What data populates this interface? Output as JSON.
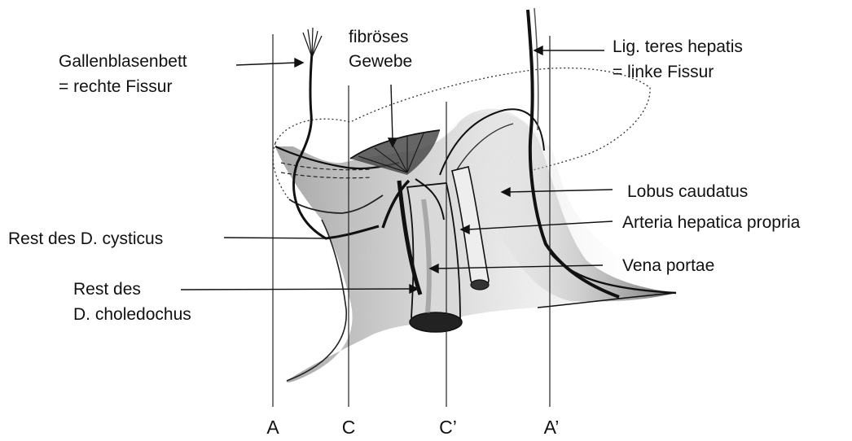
{
  "labels": {
    "gallbladder_bed_line1": "Gallenblasenbett",
    "gallbladder_bed_line2": "= rechte Fissur",
    "fibrous_tissue_line1": "fibröses",
    "fibrous_tissue_line2": "Gewebe",
    "lig_teres_line1": "Lig. teres hepatis",
    "lig_teres_line2": "= linke Fissur",
    "lobus_caudatus": "Lobus caudatus",
    "arteria_hepatica": "Arteria hepatica propria",
    "rest_cysticus": "Rest des D. cysticus",
    "vena_portae": "Vena portae",
    "rest_choledochus_line1": "Rest des",
    "rest_choledochus_line2": "D. choledochus"
  },
  "section_lines": {
    "a": "A",
    "c": "C",
    "c_prime": "C’",
    "a_prime": "A’"
  },
  "colors": {
    "ink": "#111111",
    "shade": "#8a8a8a",
    "background": "#ffffff"
  }
}
